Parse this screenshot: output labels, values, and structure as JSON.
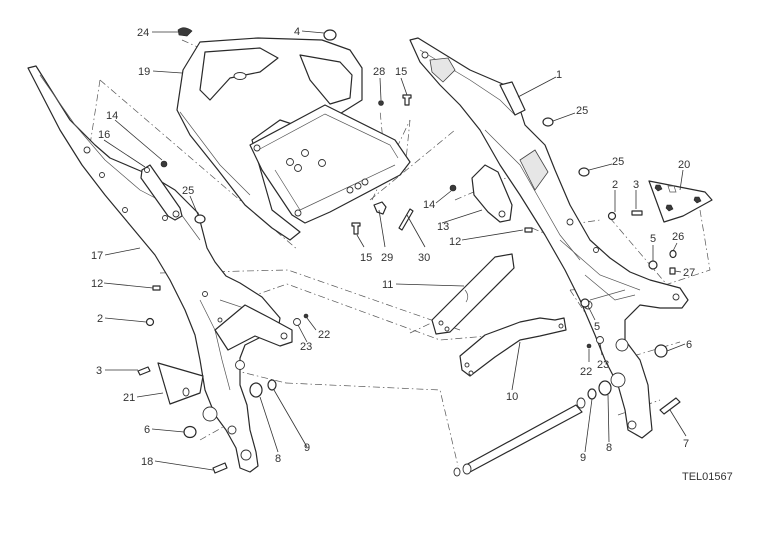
{
  "drawing": {
    "code": "TEL01567",
    "line_color": "#2a2a2a",
    "background": "#ffffff"
  },
  "callouts": [
    {
      "id": "c24",
      "label": "24"
    },
    {
      "id": "c4",
      "label": "4"
    },
    {
      "id": "c19",
      "label": "19"
    },
    {
      "id": "c28",
      "label": "28"
    },
    {
      "id": "c15a",
      "label": "15"
    },
    {
      "id": "c1",
      "label": "1"
    },
    {
      "id": "c14a",
      "label": "14"
    },
    {
      "id": "c16",
      "label": "16"
    },
    {
      "id": "c25a",
      "label": "25"
    },
    {
      "id": "c25b",
      "label": "25"
    },
    {
      "id": "c25c",
      "label": "25"
    },
    {
      "id": "c20",
      "label": "20"
    },
    {
      "id": "c2a",
      "label": "2"
    },
    {
      "id": "c3a",
      "label": "3"
    },
    {
      "id": "c14b",
      "label": "14"
    },
    {
      "id": "c13",
      "label": "13"
    },
    {
      "id": "c12a",
      "label": "12"
    },
    {
      "id": "c17",
      "label": "17"
    },
    {
      "id": "c15b",
      "label": "15"
    },
    {
      "id": "c29",
      "label": "29"
    },
    {
      "id": "c30",
      "label": "30"
    },
    {
      "id": "c5a",
      "label": "5"
    },
    {
      "id": "c26",
      "label": "26"
    },
    {
      "id": "c27",
      "label": "27"
    },
    {
      "id": "c12b",
      "label": "12"
    },
    {
      "id": "c11",
      "label": "11"
    },
    {
      "id": "c2b",
      "label": "2"
    },
    {
      "id": "c22a",
      "label": "22"
    },
    {
      "id": "c23a",
      "label": "23"
    },
    {
      "id": "c5b",
      "label": "5"
    },
    {
      "id": "c22b",
      "label": "22"
    },
    {
      "id": "c23b",
      "label": "23"
    },
    {
      "id": "c6a",
      "label": "6"
    },
    {
      "id": "c3b",
      "label": "3"
    },
    {
      "id": "c21",
      "label": "21"
    },
    {
      "id": "c10",
      "label": "10"
    },
    {
      "id": "c6b",
      "label": "6"
    },
    {
      "id": "c8a",
      "label": "8"
    },
    {
      "id": "c9a",
      "label": "9"
    },
    {
      "id": "c18",
      "label": "18"
    },
    {
      "id": "c9b",
      "label": "9"
    },
    {
      "id": "c8b",
      "label": "8"
    },
    {
      "id": "c7",
      "label": "7"
    }
  ]
}
